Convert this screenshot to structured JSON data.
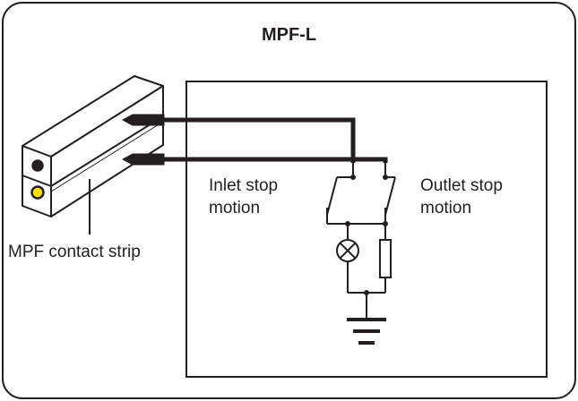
{
  "diagram": {
    "title": "MPF-L",
    "inlet_label": [
      "Inlet stop",
      "motion"
    ],
    "outlet_label": [
      "Outlet stop",
      "motion"
    ],
    "strip_label": "MPF contact strip",
    "colors": {
      "stroke": "#231f20",
      "background": "#ffffff",
      "indicator_dark": "#231f20",
      "indicator_yellow": "#ffde00"
    }
  }
}
